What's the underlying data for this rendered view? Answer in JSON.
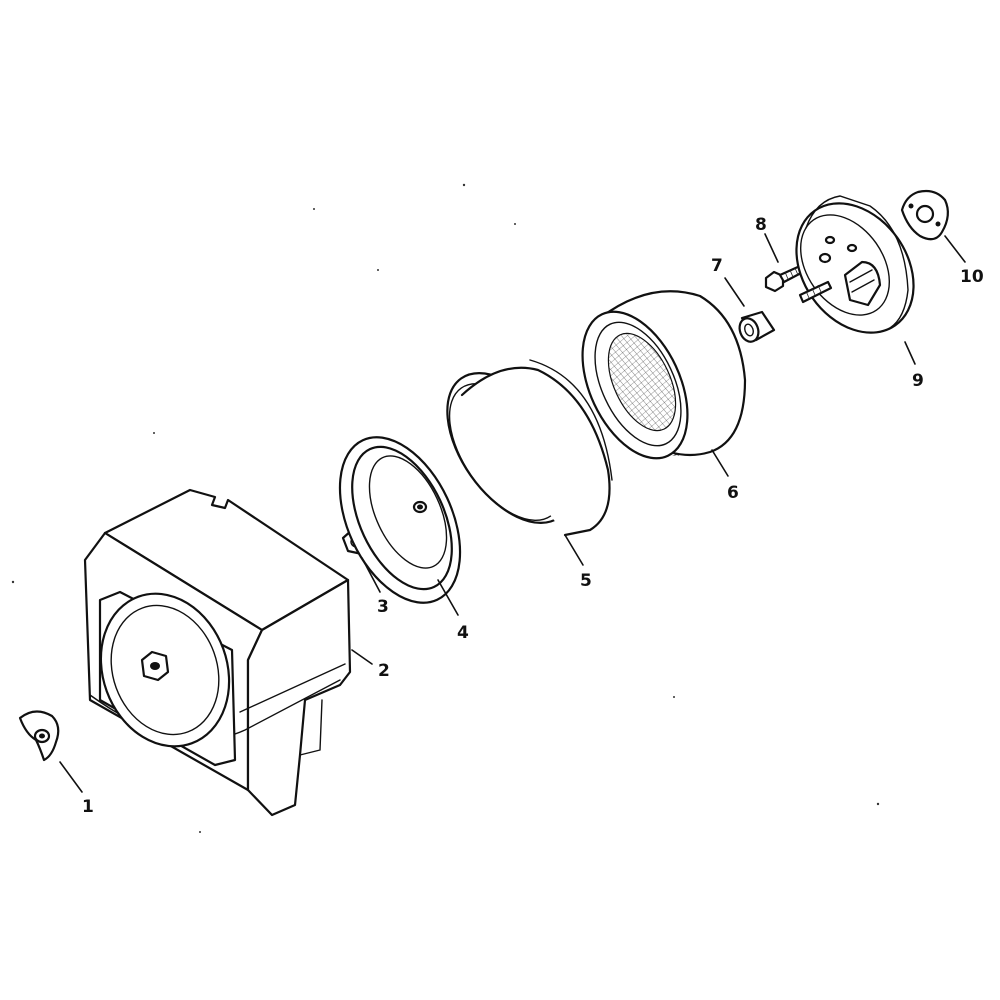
{
  "diagram": {
    "type": "exploded-parts-diagram",
    "callouts": [
      {
        "id": "1",
        "label": "1",
        "part_icon": "wing-nut-icon"
      },
      {
        "id": "2",
        "label": "2",
        "part_icon": "air-cleaner-cover-icon"
      },
      {
        "id": "3",
        "label": "3",
        "part_icon": "nut-icon"
      },
      {
        "id": "4",
        "label": "4",
        "part_icon": "cover-plate-icon"
      },
      {
        "id": "5",
        "label": "5",
        "part_icon": "pre-cleaner-sleeve-icon"
      },
      {
        "id": "6",
        "label": "6",
        "part_icon": "air-filter-cartridge-icon"
      },
      {
        "id": "7",
        "label": "7",
        "part_icon": "spacer-icon"
      },
      {
        "id": "8",
        "label": "8",
        "part_icon": "screw-icon"
      },
      {
        "id": "9",
        "label": "9",
        "part_icon": "base-plate-icon"
      },
      {
        "id": "10",
        "label": "10",
        "part_icon": "gasket-icon"
      }
    ]
  }
}
